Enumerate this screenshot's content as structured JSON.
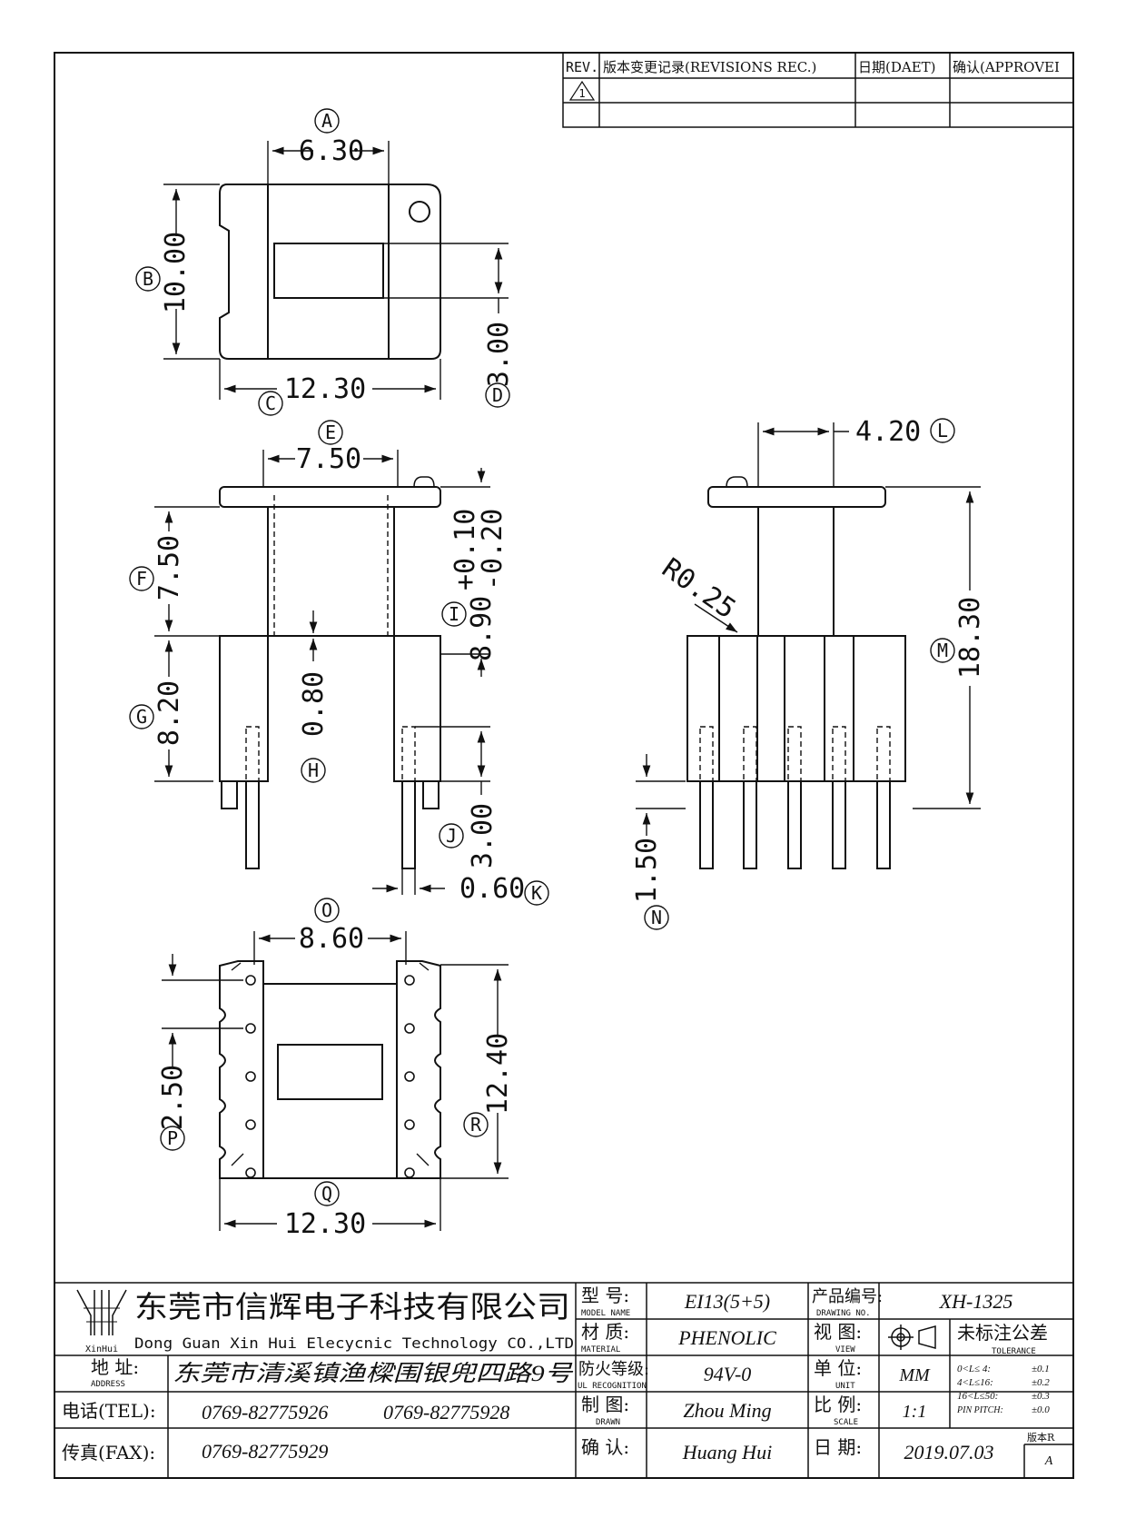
{
  "revision_table": {
    "headers": [
      "REV.",
      "版本变更记录(REVISIONS REC.)",
      "日期(DAET)",
      "确认(APPROVEI"
    ],
    "rev_mark": "1"
  },
  "dimensions": {
    "A": "6.30",
    "B": "10.00",
    "C": "12.30",
    "D": "3.00",
    "E": "7.50",
    "F": "7.50",
    "G": "8.20",
    "H": "0.80",
    "I_base": "8.90",
    "I_upper": "+0.10",
    "I_lower": "-0.20",
    "J": "3.00",
    "K": "0.60",
    "L": "4.20",
    "M": "18.30",
    "N": "1.50",
    "O": "8.60",
    "P": "2.50",
    "Q": "12.30",
    "R": "12.40",
    "radius": "R0.25"
  },
  "markers": {
    "A": "A",
    "B": "B",
    "C": "C",
    "D": "D",
    "E": "E",
    "F": "F",
    "G": "G",
    "H": "H",
    "I": "I",
    "J": "J",
    "K": "K",
    "L": "L",
    "M": "M",
    "N": "N",
    "O": "O",
    "P": "P",
    "Q": "Q",
    "R": "R"
  },
  "title_block": {
    "logo_text": "XinHui",
    "company_cn": "东莞市信辉电子科技有限公司",
    "company_en": "Dong Guan Xin Hui Elecycnic Technology CO.,LTD",
    "address_label_cn": "地  址:",
    "address_label_en": "ADDRESS",
    "address": "东莞市清溪镇渔樑围银兜四路9号",
    "tel_label": "电话(TEL):",
    "tel_1": "0769-82775926",
    "tel_2": "0769-82775928",
    "fax_label": "传真(FAX):",
    "fax": "0769-82775929",
    "model_label_cn": "型  号:",
    "model_label_en": "MODEL NAME",
    "model": "EI13(5+5)",
    "material_label_cn": "材  质:",
    "material_label_en": "MATERIAL",
    "material": "PHENOLIC",
    "ul_label_cn": "防火等级:",
    "ul_label_en": "UL RECOGNITION",
    "ul": "94V-0",
    "drawn_label_cn": "制  图:",
    "drawn_label_en": "DRAWN",
    "drawn": "Zhou Ming",
    "confirm_label_cn": "确  认:",
    "confirm": "Huang Hui",
    "drawing_no_label_cn": "产品编号:",
    "drawing_no_label_en": "DRAWING NO.",
    "drawing_no": "XH-1325",
    "view_label_cn": "视  图:",
    "view_label_en": "VIEW",
    "unit_label_cn": "单  位:",
    "unit_label_en": "UNIT",
    "unit": "MM",
    "scale_label_cn": "比  例:",
    "scale_label_en": "SCALE",
    "scale": "1:1",
    "date_label_cn": "日  期:",
    "date": "2019.07.03",
    "tolerance_cn": "未标注公差",
    "tolerance_en": "TOLERANCE",
    "tolerance_rows": [
      {
        "range": "0<L≤ 4:",
        "value": "±0.1"
      },
      {
        "range": "4<L≤16:",
        "value": "±0.2"
      },
      {
        "range": "16<L≤50:",
        "value": "±0.3"
      },
      {
        "range": "PIN PITCH:",
        "value": "±0.0"
      }
    ],
    "version_label": "版本R",
    "version": "A"
  }
}
